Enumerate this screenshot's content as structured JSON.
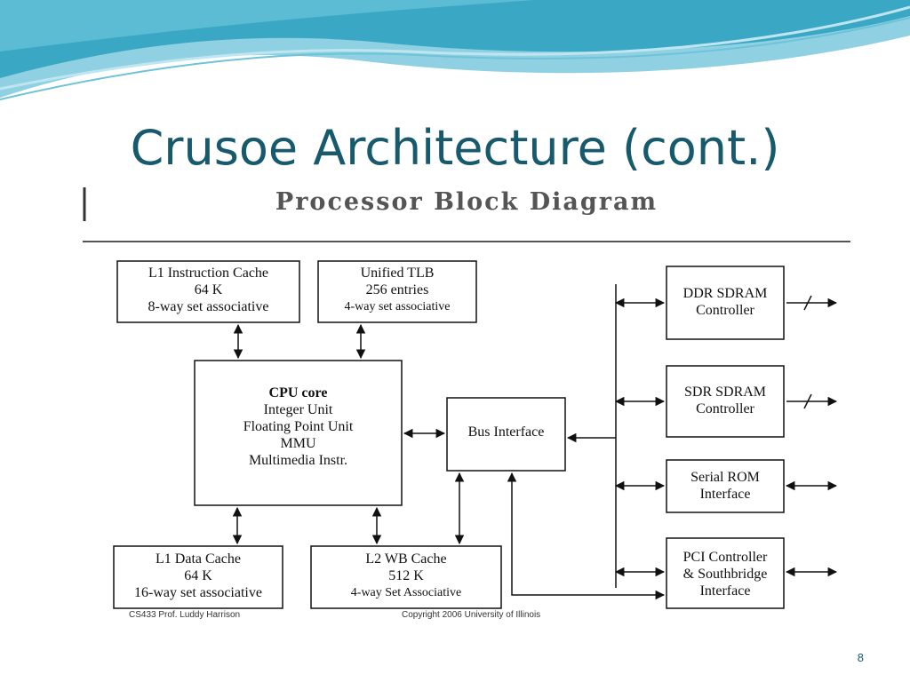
{
  "slide": {
    "title": "Crusoe Architecture (cont.)",
    "number": "8"
  },
  "figure": {
    "title": "Processor Block Diagram",
    "blocks": {
      "l1_icache": [
        "L1 Instruction Cache",
        "64 K",
        "8-way set associative"
      ],
      "tlb": [
        "Unified TLB",
        "256 entries",
        "4-way set associative"
      ],
      "cpu": [
        "CPU core",
        "Integer Unit",
        "Floating Point Unit",
        "MMU",
        "Multimedia Instr."
      ],
      "bus_interface": [
        "Bus Interface"
      ],
      "l1_dcache": [
        "L1 Data Cache",
        "64 K",
        "16-way set associative"
      ],
      "l2_cache": [
        "L2 WB Cache",
        "512 K",
        "4-way Set Associative"
      ],
      "ddr": [
        "DDR SDRAM",
        "Controller"
      ],
      "sdr": [
        "SDR SDRAM",
        "Controller"
      ],
      "serial_rom": [
        "Serial ROM",
        "Interface"
      ],
      "pci": [
        "PCI Controller",
        "& Southbridge",
        "Interface"
      ]
    },
    "footer_left": "CS433 Prof. Luddy Harrison",
    "footer_right": "Copyright 2006 University of Illinois"
  },
  "colors": {
    "title": "#17596d",
    "wave_dark": "#3aa8c4",
    "wave_light": "#bfe6f0"
  }
}
